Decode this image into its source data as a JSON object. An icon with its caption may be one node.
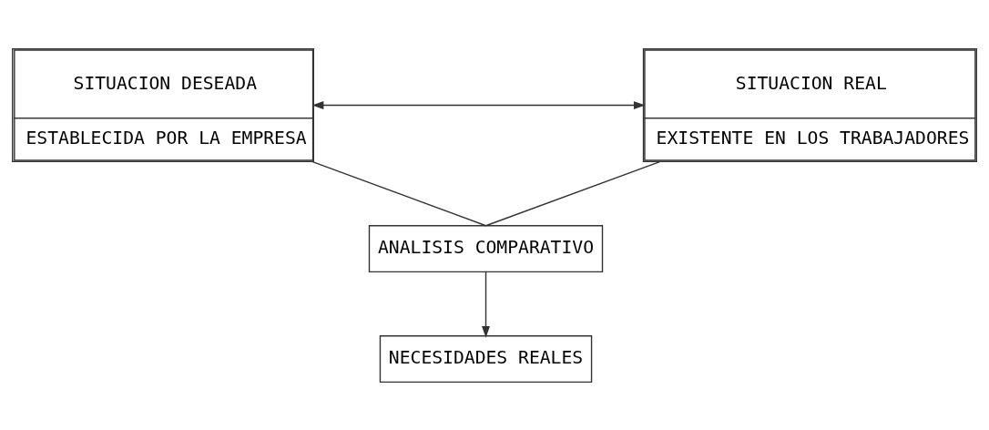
{
  "diagram": {
    "nodes": [
      {
        "text": [
          "SITUACION DESEADA",
          "ESTABLECIDA POR LA EMPRESA"
        ]
      },
      {
        "text": [
          "SITUACION REAL",
          "EXISTENTE EN LOS TRABAJADORES"
        ]
      },
      {
        "text": [
          "ANALISIS COMPARATIVO"
        ]
      },
      {
        "text": [
          "NECESIDADES REALES"
        ]
      }
    ],
    "edges": [
      {
        "from": 0,
        "to": 1,
        "arrow": "both"
      },
      {
        "from": 0,
        "to": 2,
        "arrow": "none"
      },
      {
        "from": 1,
        "to": 2,
        "arrow": "none"
      },
      {
        "from": 2,
        "to": 3,
        "arrow": "to"
      }
    ]
  }
}
